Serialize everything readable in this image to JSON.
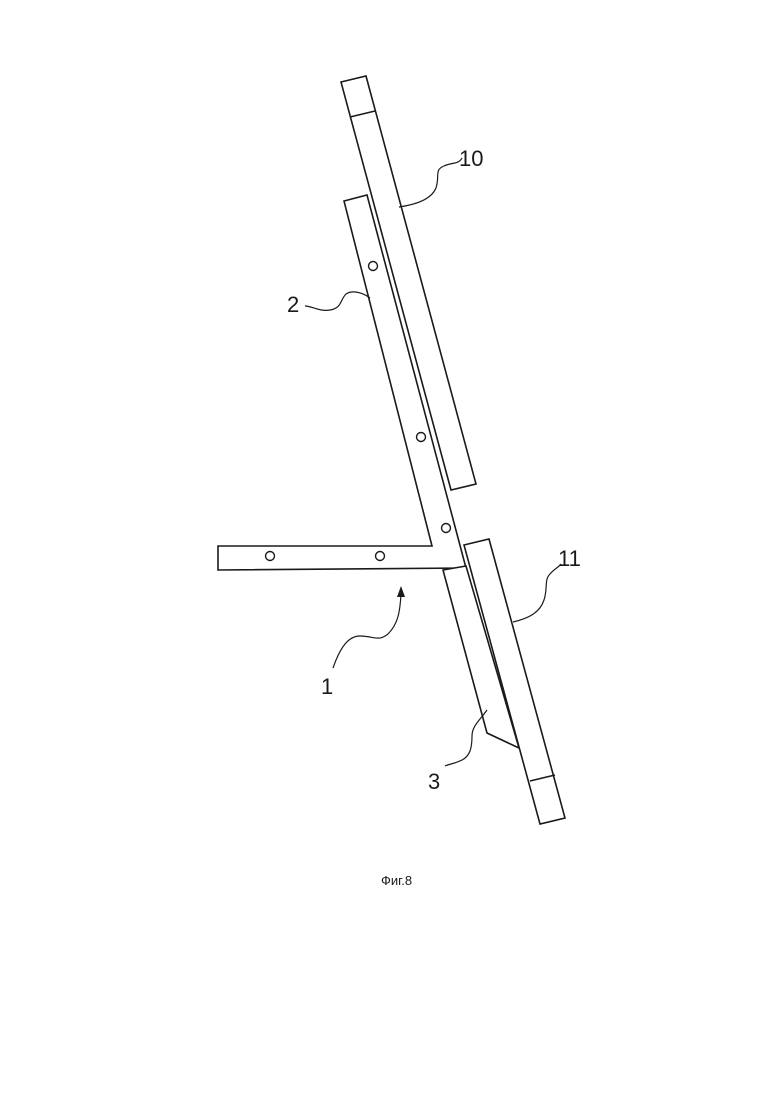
{
  "figure": {
    "caption": "Фиг.8",
    "labels": {
      "part_1": "1",
      "part_2": "2",
      "part_3": "3",
      "part_10": "10",
      "part_11": "11"
    }
  }
}
